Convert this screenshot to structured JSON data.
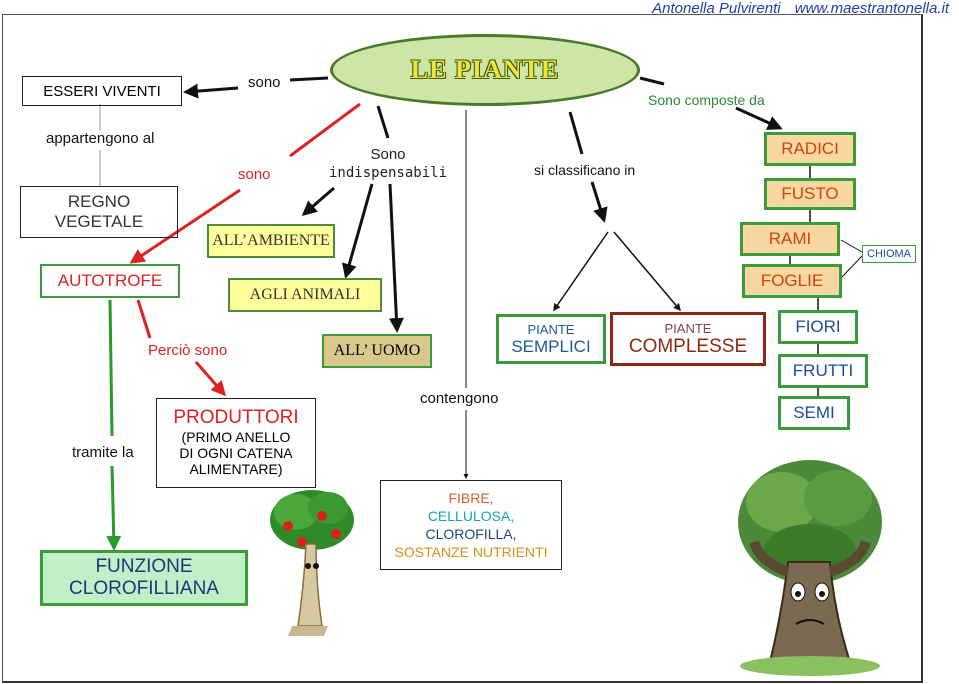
{
  "header": {
    "author": "Antonella Pulvirenti",
    "site": "www.maestrantonella.it"
  },
  "center": {
    "title": "LE PIANTE"
  },
  "left": {
    "esseri_viventi": "ESSERI VIVENTI",
    "sono": "sono",
    "appartengono": "appartengono al",
    "regno_line1": "REGNO",
    "regno_line2": "VEGETALE",
    "autotrofe": "AUTOTROFE",
    "tramite": "tramite la",
    "funzione_line1": "FUNZIONE",
    "funzione_line2": "CLOROFILLIANA",
    "sono2": "sono",
    "percio": "Perciò sono",
    "produttori": "PRODUTTORI",
    "produttori_sub1": "(PRIMO ANELLO",
    "produttori_sub2": "DI OGNI CATENA",
    "produttori_sub3": "ALIMENTARE)"
  },
  "middle": {
    "sono_line1": "Sono",
    "sono_line2": "indispensabili",
    "ambiente": "ALL’AMBIENTE",
    "animali": "AGLI ANIMALI",
    "uomo": "ALL’ UOMO",
    "contengono": "contengono",
    "fibre": "FIBRE,",
    "cellulosa": "CELLULOSA,",
    "clorofilla": "CLOROFILLA,",
    "sostanze": "SOSTANZE NUTRIENTI"
  },
  "classify": {
    "label": "si classificano in",
    "semplici_top": "PIANTE",
    "semplici_bottom": "SEMPLICI",
    "complesse_top": "PIANTE",
    "complesse_bottom": "COMPLESSE"
  },
  "parts": {
    "label": "Sono composte da",
    "radici": "RADICI",
    "fusto": "FUSTO",
    "rami": "RAMI",
    "foglie": "FOGLIE",
    "chioma": "CHIOMA",
    "fiori": "FIORI",
    "frutti": "FRUTTI",
    "semi": "SEMI"
  },
  "colors": {
    "green_border": "#3b9b3b",
    "red_arrow": "#dd2222",
    "part_text": "#cc4411",
    "complesse_border": "#8b2a10"
  }
}
